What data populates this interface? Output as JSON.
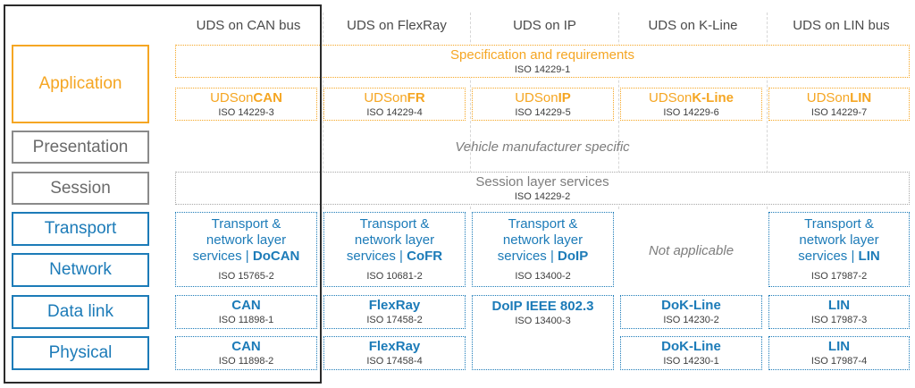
{
  "columns": [
    "UDS on CAN bus",
    "UDS on FlexRay",
    "UDS on IP",
    "UDS on K-Line",
    "UDS on LIN bus"
  ],
  "layers": {
    "application": "Application",
    "presentation": "Presentation",
    "session": "Session",
    "transport": "Transport",
    "network": "Network",
    "data_link": "Data link",
    "physical": "Physical"
  },
  "spec": {
    "title": "Specification and requirements",
    "iso": "ISO 14229-1"
  },
  "app_cells": [
    {
      "prefix": "UDSon",
      "suffix": "CAN",
      "iso": "ISO 14229-3"
    },
    {
      "prefix": "UDSon",
      "suffix": "FR",
      "iso": "ISO 14229-4"
    },
    {
      "prefix": "UDSon",
      "suffix": "IP",
      "iso": "ISO 14229-5"
    },
    {
      "prefix": "UDSon",
      "suffix": "K-Line",
      "iso": "ISO 14229-6"
    },
    {
      "prefix": "UDSon",
      "suffix": "LIN",
      "iso": "ISO 14229-7"
    }
  ],
  "presentation_text": "Vehicle manufacturer specific",
  "session": {
    "title": "Session layer services",
    "iso": "ISO 14229-2"
  },
  "transport_cells": [
    {
      "line1": "Transport &",
      "line2": "network layer",
      "line3": "services | ",
      "proto": "DoCAN",
      "iso": "ISO 15765-2"
    },
    {
      "line1": "Transport &",
      "line2": "network layer",
      "line3": "services | ",
      "proto": "CoFR",
      "iso": "ISO 10681-2"
    },
    {
      "line1": "Transport &",
      "line2": "network layer",
      "line3": "services | ",
      "proto": "DoIP",
      "iso": "ISO 13400-2"
    },
    {
      "na": "Not applicable"
    },
    {
      "line1": "Transport &",
      "line2": "network layer",
      "line3": "services | ",
      "proto": "LIN",
      "iso": "ISO 17987-2"
    }
  ],
  "datalink_cells": [
    {
      "name": "CAN",
      "iso": "ISO 11898-1"
    },
    {
      "name": "FlexRay",
      "iso": "ISO 17458-2"
    },
    {
      "name": "DoIP IEEE 802.3",
      "iso": "ISO 13400-3"
    },
    {
      "name": "DoK-Line",
      "iso": "ISO 14230-2"
    },
    {
      "name": "LIN",
      "iso": "ISO 17987-3"
    }
  ],
  "physical_cells": [
    {
      "name": "CAN",
      "iso": "ISO 11898-2"
    },
    {
      "name": "FlexRay",
      "iso": "ISO 17458-4"
    },
    null,
    {
      "name": "DoK-Line",
      "iso": "ISO 14230-1"
    },
    {
      "name": "LIN",
      "iso": "ISO 17987-4"
    }
  ],
  "colors": {
    "orange": "#f5a623",
    "blue": "#1c7bb8",
    "gray": "#8a8a8a",
    "outline": "#2b2b2b"
  }
}
